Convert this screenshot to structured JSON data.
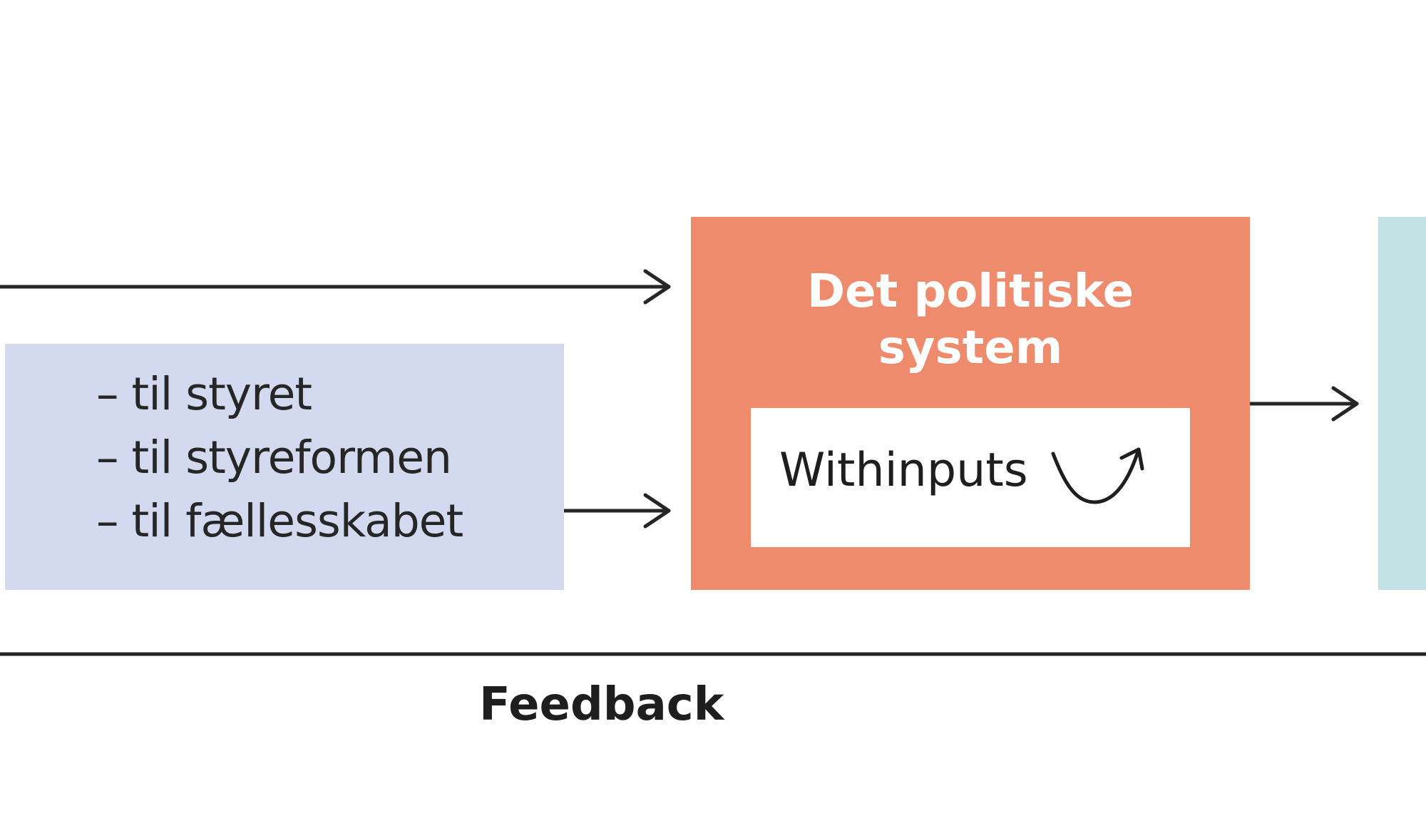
{
  "support_box": {
    "items": [
      "– til styret",
      "– til styreformen",
      "– til fællesskabet"
    ]
  },
  "system_box": {
    "title_line1": "Det politiske",
    "title_line2": "system",
    "withinputs_label": "Withinputs"
  },
  "feedback": {
    "label": "Feedback"
  },
  "colors": {
    "support_box": "#d3d9ee",
    "system_box": "#ef8b6d",
    "output_box": "#c0e2e4",
    "lines": "#262626"
  },
  "icons": {
    "withinputs": "curved-return-arrow-icon"
  }
}
